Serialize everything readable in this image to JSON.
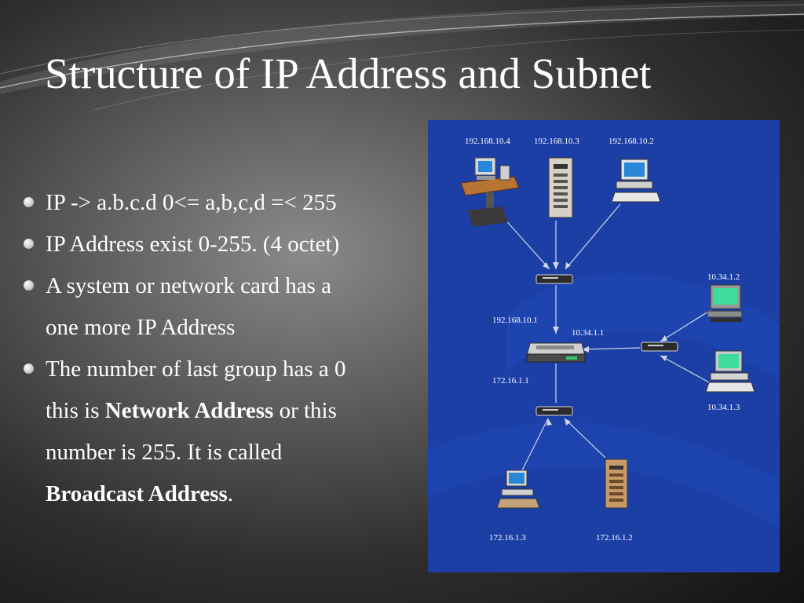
{
  "slide": {
    "title": "Structure of IP Address and Subnet",
    "bullets": [
      {
        "lines": [
          [
            {
              "t": "IP -> a.b.c.d  0<= a,b,c,d =< 255",
              "bold": false
            }
          ]
        ]
      },
      {
        "lines": [
          [
            {
              "t": "IP Address exist 0-255. (4 octet)",
              "bold": false
            }
          ]
        ]
      },
      {
        "lines": [
          [
            {
              "t": "A system or network card has a",
              "bold": false
            }
          ],
          [
            {
              "t": "one more IP Address",
              "bold": false
            }
          ]
        ]
      },
      {
        "lines": [
          [
            {
              "t": "The number of last group has a 0",
              "bold": false
            }
          ],
          [
            {
              "t": "this is ",
              "bold": false
            },
            {
              "t": "Network Address",
              "bold": true
            },
            {
              "t": " or this",
              "bold": false
            }
          ],
          [
            {
              "t": "number is 255. It is called",
              "bold": false
            }
          ],
          [
            {
              "t": "Broadcast Address",
              "bold": true
            },
            {
              "t": ".",
              "bold": false
            }
          ]
        ]
      }
    ]
  },
  "diagram": {
    "background_color": "#1c3fa6",
    "nodes": [
      {
        "id": "desk-workstation",
        "label": "192.168.10.4",
        "icon": "desk-computer-icon"
      },
      {
        "id": "tower-server-top",
        "label": "192.168.10.3",
        "icon": "server-tower-icon"
      },
      {
        "id": "desktop-pc-top",
        "label": "192.168.10.2",
        "icon": "desktop-computer-icon"
      },
      {
        "id": "router-hub-1",
        "label": "192.168.10.1",
        "icon": "hub-icon"
      },
      {
        "id": "main-router",
        "label": "10.34.1.1",
        "icon": "router-icon"
      },
      {
        "id": "hub-right",
        "label": "",
        "icon": "hub-icon"
      },
      {
        "id": "pc-right-upper",
        "label": "10.34.1.2",
        "icon": "desktop-computer-icon"
      },
      {
        "id": "pc-right-lower",
        "label": "10.34.1.3",
        "icon": "desktop-computer-icon"
      },
      {
        "id": "router-hub-2",
        "label": "172.16.1.1",
        "icon": "hub-icon"
      },
      {
        "id": "pc-bottom-left",
        "label": "172.16.1.3",
        "icon": "desktop-computer-icon"
      },
      {
        "id": "server-bottom",
        "label": "172.16.1.2",
        "icon": "server-tower-icon"
      }
    ]
  }
}
